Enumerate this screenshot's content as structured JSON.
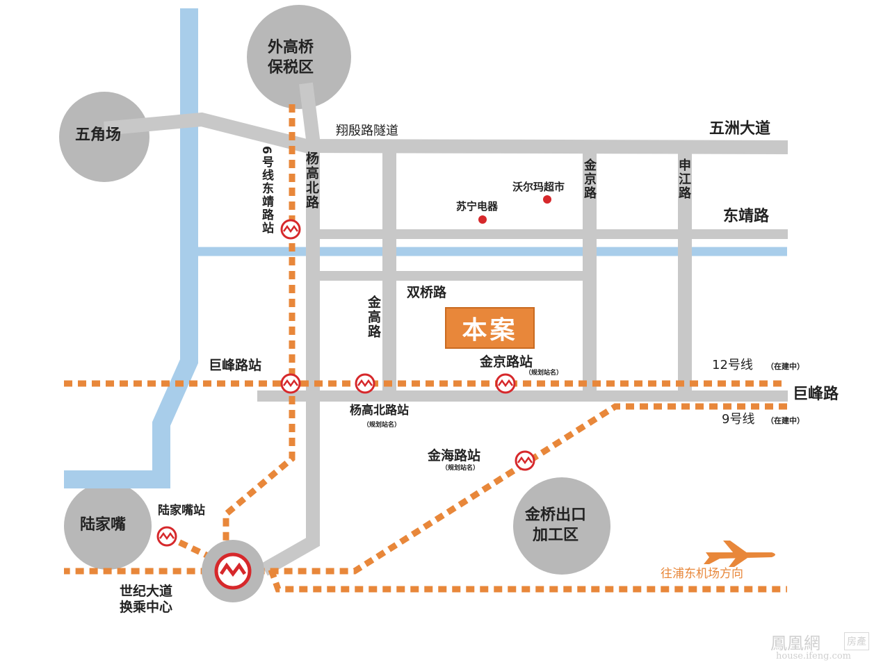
{
  "colors": {
    "road": "#c8c8c8",
    "river": "#a8cdea",
    "metro": "#e8873a",
    "station": "#d6282b",
    "district": "#b8b8b8",
    "project": "#e8873a"
  },
  "districts": {
    "waigaoqiao": "外高桥\n保税区",
    "wujiaochang": "五角场",
    "lujiazui": "陆家嘴",
    "jinqiao": "金桥出口\n加工区"
  },
  "roads": {
    "xiangyin": "翔殷路隧道",
    "wuzhou": "五洲大道",
    "yanggaobei": "杨高北路",
    "jinjing": "金京路",
    "shenjiang": "申江路",
    "dongjing": "东靖路",
    "shuangqiao": "双桥路",
    "jingao": "金高路",
    "jufeng": "巨峰路"
  },
  "pois": {
    "walmart": "沃尔玛超市",
    "suning": "苏宁电器"
  },
  "project": "本案",
  "stations": {
    "dongjing": "6号线东靖路站",
    "jufeng": "巨峰路站",
    "yanggaobei": "杨高北路站",
    "jinjing": "金京路站",
    "jinhai": "金海路站",
    "lujiazui": "陆家嘴站",
    "century": "世纪大道\n换乘中心",
    "planned_note": "（规划站名）"
  },
  "lines": {
    "line12": "12号线",
    "line9": "9号线",
    "under_construction": "（在建中）"
  },
  "airport": "往浦东机场方向",
  "watermark": {
    "brand": "鳳凰網",
    "tag": "房產",
    "url": "house.ifeng.com"
  }
}
